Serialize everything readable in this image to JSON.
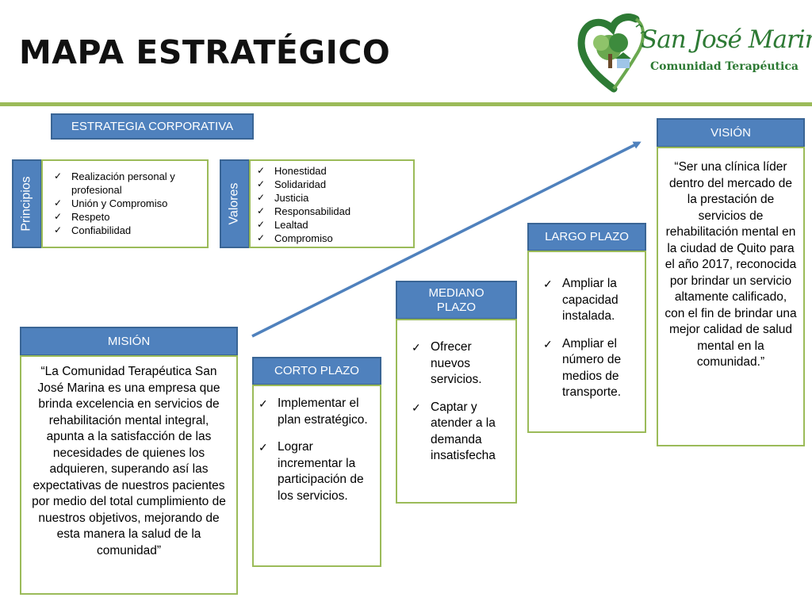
{
  "title": "MAPA ESTRATÉGICO",
  "logo": {
    "name": "San José Marina",
    "subtitle": "Comunidad Terapéutica",
    "icon": "heart-tree-logo-icon"
  },
  "estrategia": {
    "header": "ESTRATEGIA CORPORATIVA",
    "principios_label": "Principios",
    "principios": [
      "Realización personal y profesional",
      "Unión y Compromiso",
      "Respeto",
      "Confiabilidad"
    ],
    "valores_label": "Valores",
    "valores": [
      "Honestidad",
      "Solidaridad",
      "Justicia",
      "Responsabilidad",
      "Lealtad",
      "Compromiso"
    ]
  },
  "mision": {
    "header": "MISIÓN",
    "text": "“La Comunidad Terapéutica San José Marina es una empresa que brinda excelencia en servicios de rehabilitación mental integral, apunta a la satisfacción de las necesidades de quienes los adquieren, superando así las expectativas de nuestros pacientes por medio del total cumplimiento de nuestros objetivos, mejorando de esta manera la salud de la comunidad”"
  },
  "corto": {
    "header": "CORTO PLAZO",
    "items": [
      "Implementar el plan estratégico.",
      "Lograr incrementar la participación de los servicios."
    ]
  },
  "mediano": {
    "header": "MEDIANO PLAZO",
    "items": [
      "Ofrecer nuevos servicios.",
      "Captar y atender a la demanda insatisfecha"
    ]
  },
  "largo": {
    "header": "LARGO PLAZO",
    "items": [
      "Ampliar la capacidad instalada.",
      "Ampliar el número de medios de transporte."
    ]
  },
  "vision": {
    "header": "VISIÓN",
    "text": "“Ser una clínica líder dentro del mercado de la prestación de servicios de rehabilitación mental en la ciudad de Quito para el año 2017, reconocida por brindar un servicio altamente calificado, con el fin de brindar una mejor calidad de salud mental en la comunidad.”"
  },
  "colors": {
    "header_blue": "#4f81bd",
    "border_green": "#9bbb59",
    "logo_green": "#2d7a34"
  }
}
